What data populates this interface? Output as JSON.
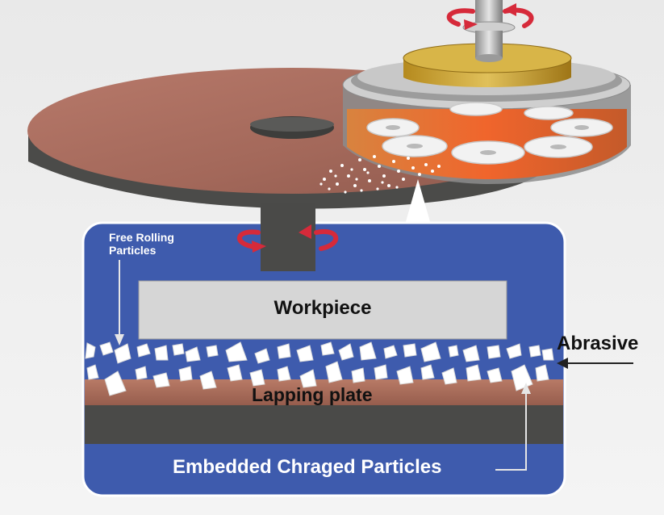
{
  "labels": {
    "free_rolling": "Free Rolling Particles",
    "workpiece": "Workpiece",
    "abrasive": "Abrasive",
    "lapping_plate": "Lapping plate",
    "embedded": "Embedded Chraged Particles"
  },
  "colors": {
    "panel_blue": "#3e5bad",
    "lapping_plate": "#a86a57",
    "plate_base": "#4a4a48",
    "workpiece": "#d6d6d6",
    "rotation_arrow": "#d62a3a"
  },
  "icons": [
    "rotation-arrow-icon",
    "particle-arrow-icon"
  ]
}
